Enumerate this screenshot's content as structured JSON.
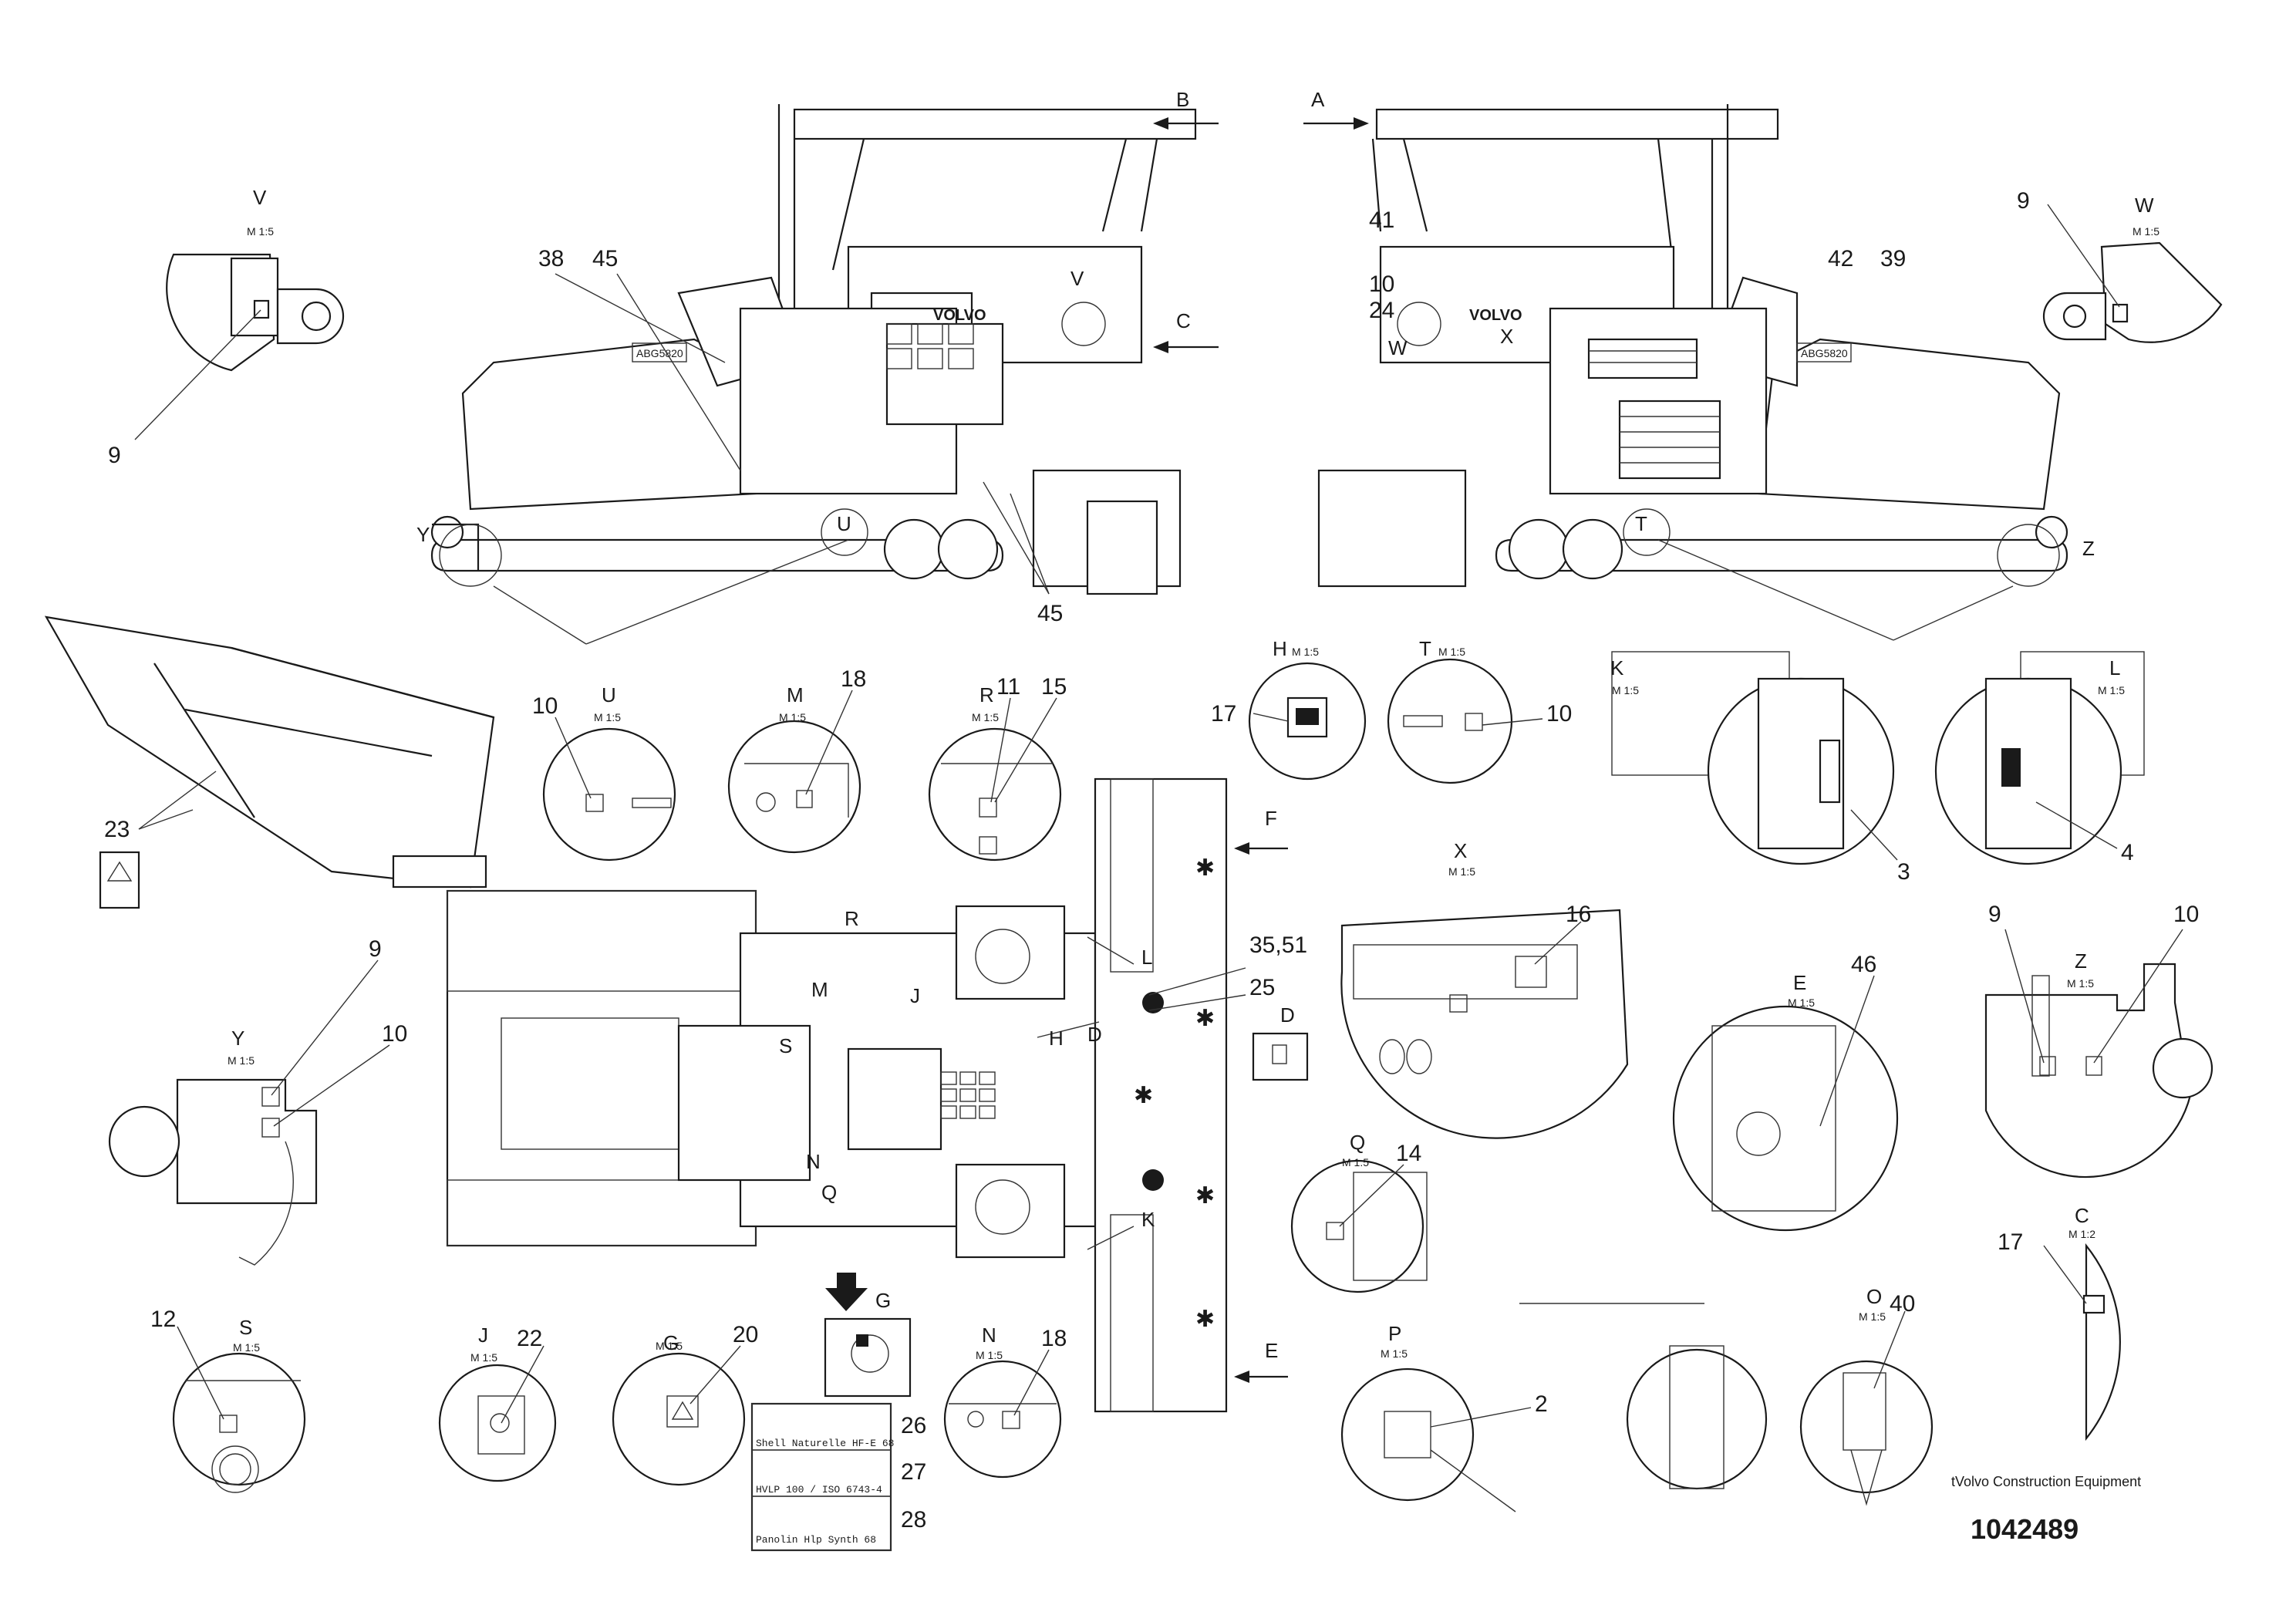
{
  "diagram": {
    "callouts": {
      "c38": "38",
      "c45a": "45",
      "c45b": "45",
      "c41": "41",
      "c10a": "10",
      "c24": "24",
      "c42": "42",
      "c39": "39",
      "c9a": "9",
      "c9b": "9",
      "c9c": "9",
      "c9d": "9",
      "c23": "23",
      "c10b": "10",
      "c18a": "18",
      "c11": "11",
      "c15": "15",
      "c17a": "17",
      "c10c": "10",
      "c3": "3",
      "c4": "4",
      "c3551": "35,51",
      "c25": "25",
      "c16": "16",
      "c46": "46",
      "c10d": "10",
      "c10e": "10",
      "c14": "14",
      "c17b": "17",
      "c12": "12",
      "c22": "22",
      "c20": "20",
      "c26": "26",
      "c27": "27",
      "c28": "28",
      "c18b": "18",
      "c2": "2",
      "c40": "40"
    },
    "view_labels": {
      "V": "V",
      "W": "W",
      "U": "U",
      "M": "M",
      "R": "R",
      "H": "H",
      "T": "T",
      "K": "K",
      "L": "L",
      "Y": "Y",
      "X": "X",
      "E": "E",
      "Z": "Z",
      "Q": "Q",
      "S": "S",
      "J": "J",
      "G": "G",
      "N": "N",
      "P": "P",
      "O": "O",
      "C": "C",
      "D": "D"
    },
    "scales": {
      "s15": "M 1:5",
      "s12": "M 1:2"
    },
    "arrows": {
      "A": "A",
      "B": "B",
      "C": "C",
      "F": "F",
      "E": "E",
      "D": "D"
    },
    "oil_labels": [
      "Shell Naturelle HF-E 68",
      "HVLP 100 / ISO 6743-4",
      "Panolin Hlp Synth 68"
    ],
    "machine_text": {
      "brand": "VOLVO",
      "model": "ABG5820"
    },
    "footer": {
      "company": "tVolvo Construction Equipment",
      "doc_number": "1042489"
    }
  }
}
